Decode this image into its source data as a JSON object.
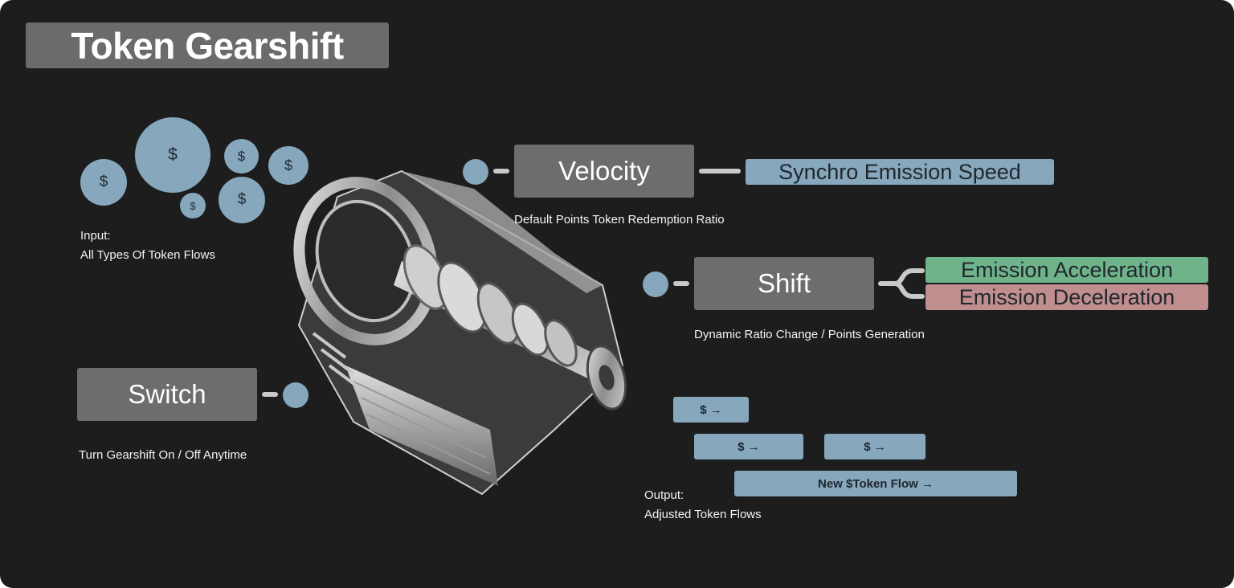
{
  "title": "Token Gearshift",
  "coins": {
    "symbol": "$",
    "color": "#86a7bc"
  },
  "input": {
    "line1": "Input:",
    "line2": "All Types Of Token Flows"
  },
  "switch_block": {
    "label": "Switch",
    "caption": "Turn Gearshift On / Off Anytime"
  },
  "velocity_block": {
    "label": "Velocity",
    "caption": "Default Points Token Redemption Ratio",
    "result": "Synchro Emission Speed"
  },
  "shift_block": {
    "label": "Shift",
    "caption": "Dynamic Ratio Change / Points Generation",
    "acceleration": "Emission Acceleration",
    "deceleration": "Emission Deceleration"
  },
  "output": {
    "flow_small": "$ →",
    "flow_mid_left": "$ →",
    "flow_mid_right": "$ →",
    "flow_new": "New $Token Flow →",
    "line1": "Output:",
    "line2": "Adjusted Token Flows"
  },
  "colors": {
    "background": "#1d1d1e",
    "accent_blue": "#86a7bc",
    "box_gray": "#6d6d6d",
    "acceleration_green": "#6fb38b",
    "deceleration_red": "#c08e8e"
  },
  "image": {
    "subject": "transmission-gearbox-cutaway"
  }
}
